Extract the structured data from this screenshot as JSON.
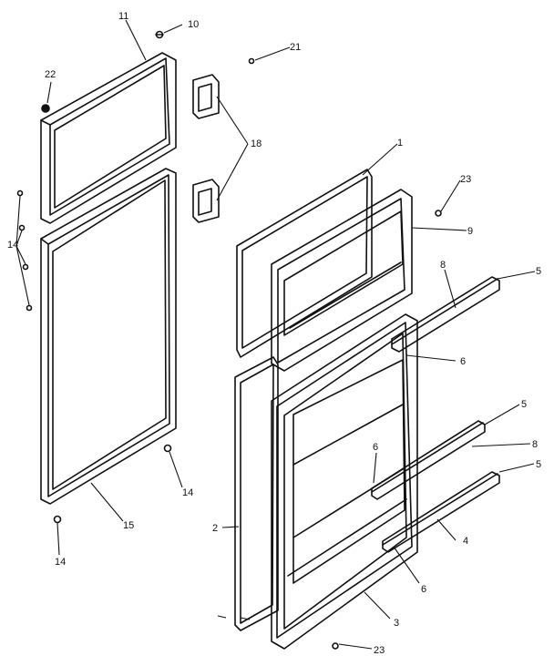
{
  "callouts": {
    "c1": "1",
    "c2": "2",
    "c3": "3",
    "c4": "4",
    "c5a": "5",
    "c5b": "5",
    "c5c": "5",
    "c6a": "6",
    "c6b": "6",
    "c6c": "6",
    "c8a": "8",
    "c8b": "8",
    "c9": "9",
    "c10": "10",
    "c11": "11",
    "c14a": "14",
    "c14b": "14",
    "c14c": "14",
    "c15": "15",
    "c18": "18",
    "c21": "21",
    "c22": "22",
    "c23a": "23",
    "c23b": "23"
  }
}
